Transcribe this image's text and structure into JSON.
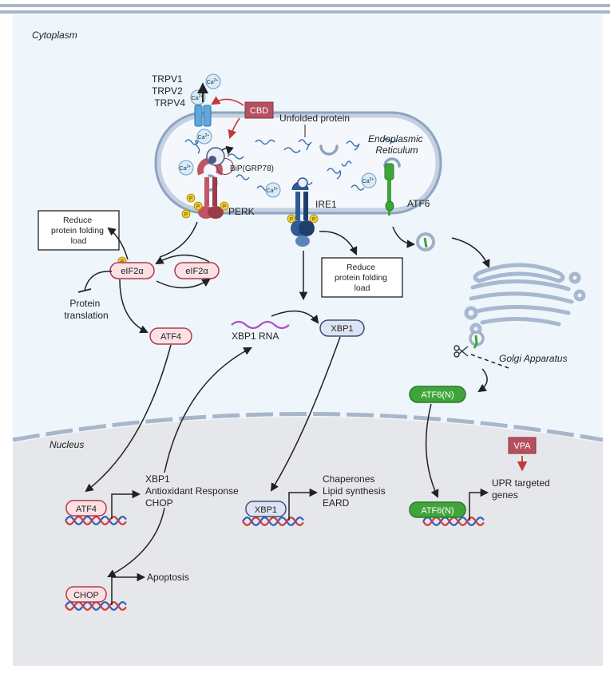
{
  "regions": {
    "cytoplasm": "Cytoplasm",
    "nucleus": "Nucleus",
    "er": [
      "Endoplasmic",
      "Reticulum"
    ],
    "golgi": "Golgi Apparatus"
  },
  "channels": [
    "TRPV1",
    "TRPV2",
    "TRPV4"
  ],
  "ion": {
    "base": "Ca",
    "sup": "2+"
  },
  "drugs": {
    "cbd": "CBD",
    "vpa": "VPA"
  },
  "labels": {
    "unfolded_protein": "Unfolded protein",
    "bip": "BiP(GRP78)",
    "perk": "PERK",
    "ire1": "IRE1",
    "atf6": "ATF6",
    "phospho": "P",
    "xbp1_rna": "XBP1 RNA",
    "protein_translation": [
      "Protein",
      "translation"
    ],
    "apoptosis": "Apoptosis"
  },
  "boxes": {
    "reduce_left": [
      "Reduce",
      "protein folding",
      "load"
    ],
    "reduce_mid": [
      "Reduce",
      "protein folding",
      "load"
    ]
  },
  "pills": {
    "eif2a_p": "eIF2α",
    "eif2a": "eIF2α",
    "atf4": "ATF4",
    "xbp1": "XBP1",
    "atf6n": "ATF6(N)"
  },
  "nuclear": {
    "atf4": "ATF4",
    "xbp1": "XBP1",
    "atf6n": "ATF6(N)",
    "chop": "CHOP"
  },
  "targets": {
    "atf4": [
      "XBP1",
      "Antioxidant Response",
      "CHOP"
    ],
    "xbp1": [
      "Chaperones",
      "Lipid synthesis",
      "EARD"
    ],
    "atf6n": [
      "UPR targeted",
      "genes"
    ]
  },
  "colors": {
    "cyto_bg": "#eef5fb",
    "nucleus_bg": "#e6e7ea",
    "membrane": "#8fa3bf",
    "drug": "#b5505f",
    "pink_fill": "#fbe1e4",
    "pink_stroke": "#b13a4a",
    "blue_fill": "#dde3f1",
    "blue_stroke": "#3c4f7a",
    "green": "#3fa53a",
    "green_dark": "#2c7a2a",
    "ire1": "#2e5b94",
    "perk": "#c25565",
    "phospho": "#f2cc2a",
    "dna_red": "#d03a3a",
    "dna_blue": "#2f5fbf",
    "arrow": "#222222",
    "red_arrow": "#c13a3a"
  }
}
